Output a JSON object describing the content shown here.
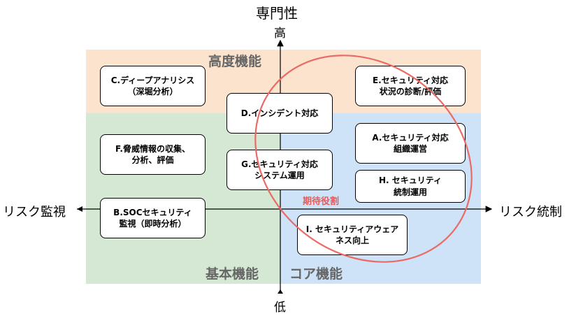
{
  "axes": {
    "y_title": "専門性",
    "y_high": "高",
    "y_low": "低",
    "x_left": "リスク監視",
    "x_right": "リスク統制"
  },
  "regions": {
    "advanced": "高度機能",
    "basic": "基本機能",
    "core": "コア機能"
  },
  "ellipse_label": "期待役割",
  "colors": {
    "advanced_bg": "#fce3cd",
    "basic_bg": "#d5e8d4",
    "core_bg": "#cfe3f8",
    "ellipse": "#ea6b66"
  },
  "boxes": {
    "c": {
      "line1": "C.ディープアナリシス",
      "line2": "（深堀分析）"
    },
    "d": {
      "line1": "D.インシデント対応"
    },
    "e": {
      "line1": "E.セキュリティ対応",
      "line2": "状況の診断/評価"
    },
    "f": {
      "line1": "F.脅威情報の収集、",
      "line2": "分析、評価"
    },
    "g": {
      "line1": "G.セキュリティ対応",
      "line2": "システム運用"
    },
    "a": {
      "line1": "A.セキュリティ対応",
      "line2": "組織運営"
    },
    "h": {
      "line1": "H. セキュリティ",
      "line2": "統制運用"
    },
    "b": {
      "line1": "B.SOCセキュリティ",
      "line2": "監視（即時分析）"
    },
    "i": {
      "line1": "I. セキュリティアウェア",
      "line2": "ネス向上"
    }
  }
}
